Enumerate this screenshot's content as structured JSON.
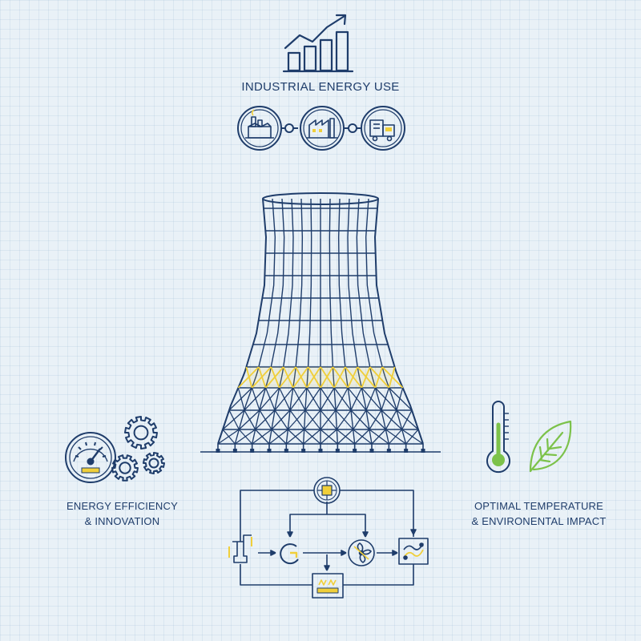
{
  "top_section": {
    "title": "INDUSTRIAL ENERGY USE",
    "chart_icon": "bar-chart-trend-icon",
    "process_icons": [
      "industrial-plant-icon",
      "factory-icon",
      "machinery-icon"
    ]
  },
  "center": {
    "icon": "cooling-tower-icon",
    "highlight_color": "#f0cf3a"
  },
  "left_section": {
    "label_line1": "ENERGY EFFICIENCY",
    "label_line2": "& INNOVATION",
    "icons": [
      "gauge-icon",
      "gear-icon"
    ]
  },
  "right_section": {
    "label_line1": "OPTIMAL TEMPERATURE",
    "label_line2": "& ENVIRONENTAL IMPACT",
    "icons": [
      "thermometer-icon",
      "leaf-icon"
    ],
    "accent_color": "#7cc24a"
  },
  "flow_diagram": {
    "icons": [
      "central-processor-icon",
      "water-pipe-icon",
      "generator-icon",
      "fan-icon",
      "energy-output-icon",
      "heat-exchanger-icon"
    ]
  },
  "colors": {
    "primary": "#1f3d6b",
    "accent_yellow": "#f0cf3a",
    "accent_green": "#7cc24a",
    "background": "#e9f1f7"
  }
}
